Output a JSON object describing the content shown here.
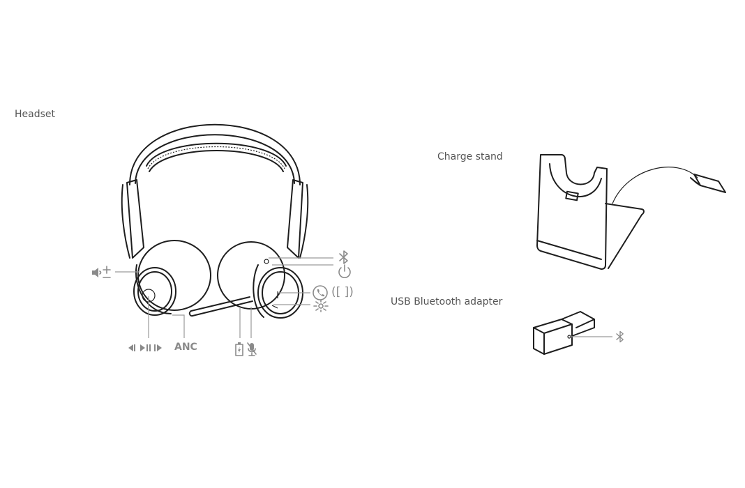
{
  "sections": {
    "headset": {
      "title": "Headset"
    },
    "charge_stand": {
      "title": "Charge stand"
    },
    "usb_adapter": {
      "title": "USB Bluetooth adapter"
    }
  },
  "headset_callouts": {
    "volume": {
      "icon": "volume-plus-minus-icon",
      "text": "±"
    },
    "playback": {
      "icon": "previous-play-pause-next-icon",
      "text": "◀I ▶II I▶"
    },
    "anc": {
      "text": "ANC"
    },
    "bluetooth": {
      "icon": "bluetooth-icon"
    },
    "power": {
      "icon": "power-icon"
    },
    "call": {
      "icon": "call-icon",
      "text": "([ ])"
    },
    "indicator_light": {
      "icon": "led-light-icon"
    },
    "battery": {
      "icon": "battery-charging-icon"
    },
    "mute": {
      "icon": "mic-mute-icon"
    }
  },
  "adapter_callouts": {
    "bluetooth": {
      "icon": "bluetooth-icon"
    }
  },
  "colors": {
    "line_art": "#1e1e1e",
    "callout_gray": "#8a8a8a",
    "label_text": "#555555",
    "background": "#ffffff"
  }
}
